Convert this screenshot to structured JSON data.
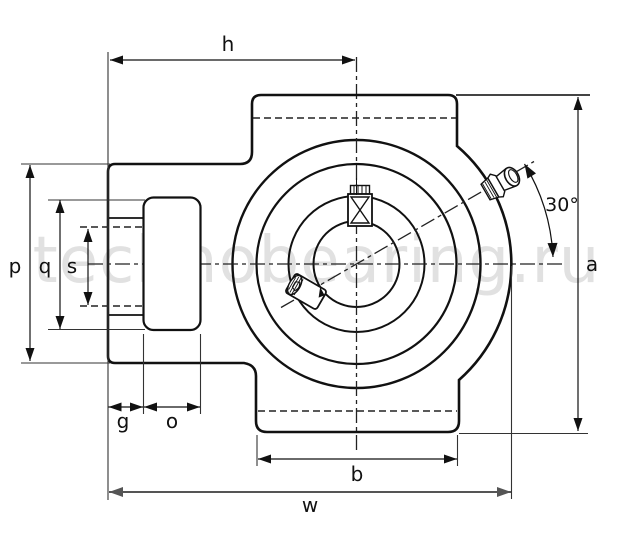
{
  "diagram": {
    "watermark": "technobearing.ru",
    "labels": {
      "h": "h",
      "a": "a",
      "p": "p",
      "q": "q",
      "s": "s",
      "g": "g",
      "o": "o",
      "b": "b",
      "w": "w",
      "angle": "30°"
    }
  }
}
